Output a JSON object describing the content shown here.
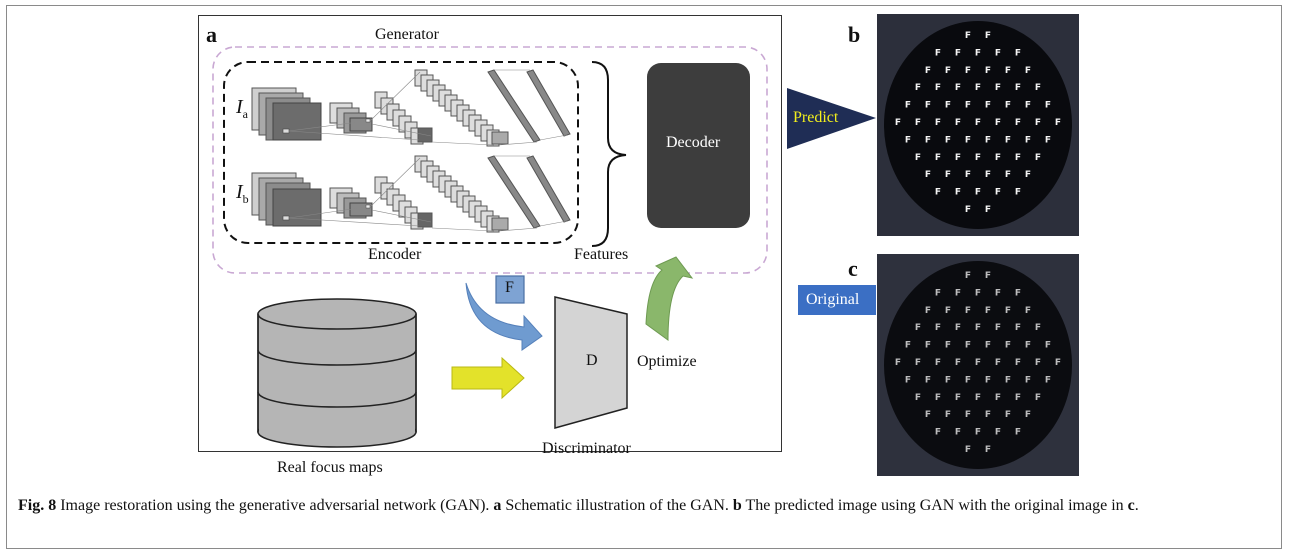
{
  "panel_a": {
    "label": "a",
    "generator_label": "Generator",
    "ia_label": "I",
    "ia_sub": "a",
    "ib_label": "I",
    "ib_sub": "b",
    "encoder_label": "Encoder",
    "features_label": "Features",
    "decoder_label": "Decoder",
    "f_box_label": "F",
    "d_label": "D",
    "optimize_label": "Optimize",
    "real_focus_label": "Real focus maps",
    "discriminator_label": "Discriminator"
  },
  "panel_b": {
    "label": "b",
    "predict_label": "Predict"
  },
  "panel_c": {
    "label": "c",
    "original_label": "Original"
  },
  "caption": {
    "fig_label": "Fig. 8",
    "text_1": " Image restoration using the generative adversarial network (GAN). ",
    "a_label": "a",
    "text_2": " Schematic illustration of the GAN. ",
    "b_label": "b",
    "text_3": " The predicted image using GAN with the original image in ",
    "c_label": "c",
    "text_4": "."
  },
  "colors": {
    "decoder_fill": "#3d3d3d",
    "predict_arrow": "#1f2d55",
    "predict_text": "#f2ef1c",
    "original_tag": "#3b6fc4",
    "f_box": "#7ea3d3",
    "yellow_arrow": "#e3e22a",
    "green_arrow": "#8ab76b",
    "blue_arrow": "#6f9bd0",
    "generator_border": "#c9a8d3"
  }
}
